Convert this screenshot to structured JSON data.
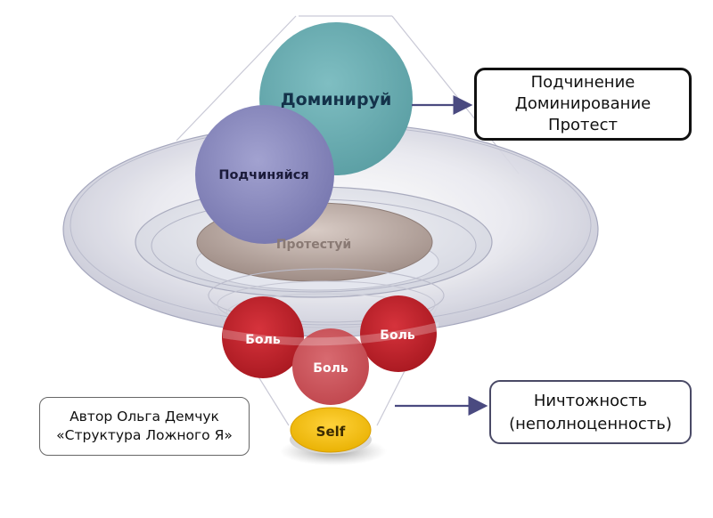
{
  "circles": {
    "dominate": "Доминируй",
    "submit": "Подчиняйся",
    "protest": "Протестуй",
    "pain_left": "Боль",
    "pain_center": "Боль",
    "pain_right": "Боль",
    "self": "Self"
  },
  "top_right_box": {
    "lines": [
      "Подчинение",
      "Доминирование",
      "Протест"
    ]
  },
  "bottom_right_box": {
    "lines": [
      "Ничтожность",
      "(неполноценность)"
    ]
  },
  "author_box": {
    "lines": [
      "Автор Ольга Демчук",
      "«Структура Ложного Я»"
    ]
  },
  "colors": {
    "dominate": "#6aaeb3",
    "submit": "#8c8cc0",
    "protest": "#b3a29c",
    "pain": "#c0262e",
    "self": "#f2c314",
    "arrow": "#4a4a80"
  }
}
